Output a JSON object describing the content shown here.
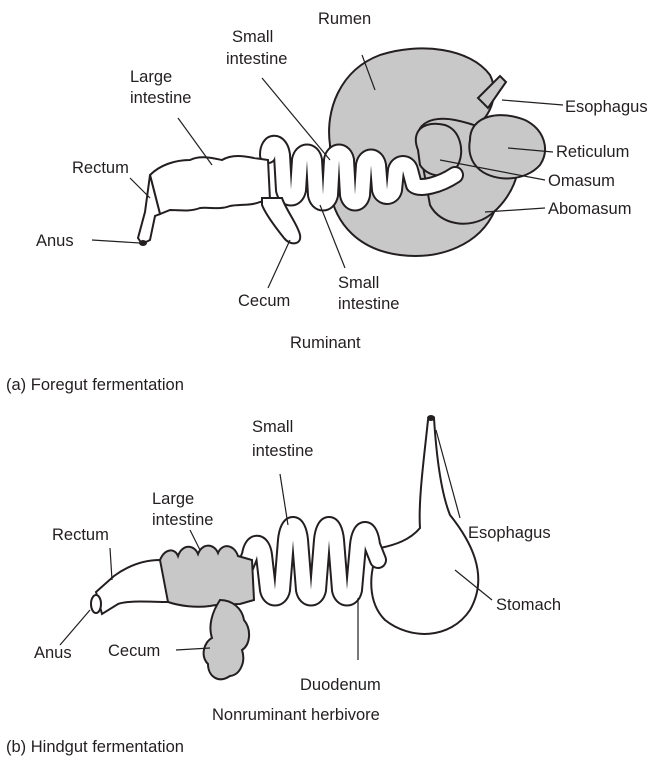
{
  "panel_a": {
    "caption": "(a) Foregut fermentation",
    "animal": "Ruminant",
    "labels": {
      "rumen": "Rumen",
      "small_intestine_top": "Small intestine",
      "large_intestine": "Large intestine",
      "rectum": "Rectum",
      "anus": "Anus",
      "cecum": "Cecum",
      "small_intestine_bottom": "Small intestine",
      "esophagus": "Esophagus",
      "reticulum": "Reticulum",
      "omasum": "Omasum",
      "abomasum": "Abomasum"
    }
  },
  "panel_b": {
    "caption": "(b) Hindgut fermentation",
    "animal": "Nonruminant herbivore",
    "labels": {
      "small_intestine": "Small intestine",
      "large_intestine": "Large intestine",
      "rectum": "Rectum",
      "anus": "Anus",
      "cecum": "Cecum",
      "duodenum": "Duodenum",
      "esophagus": "Esophagus",
      "stomach": "Stomach"
    }
  },
  "colors": {
    "stroke": "#231f20",
    "gray_fill": "#c8c8c8",
    "white_fill": "#ffffff"
  }
}
